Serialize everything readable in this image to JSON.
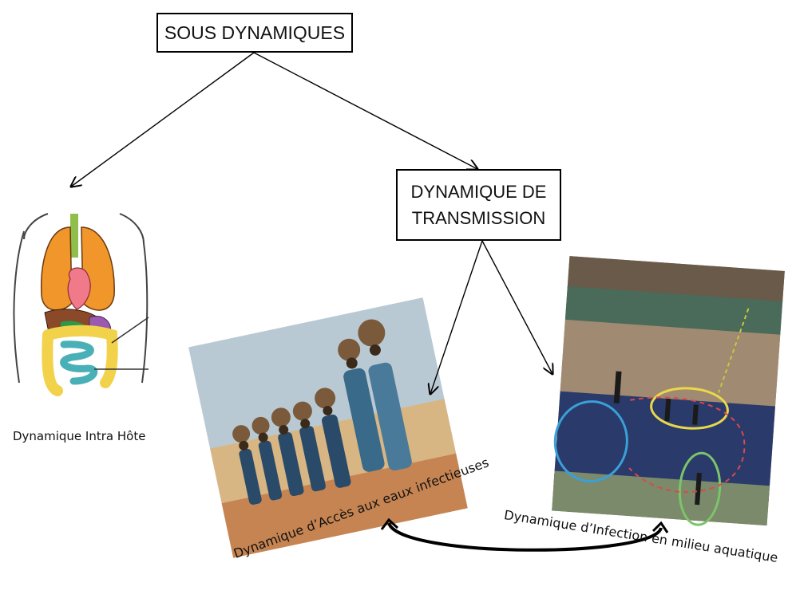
{
  "nodes": {
    "root": "SOUS DYNAMIQUES",
    "transmission_line1": "DYNAMIQUE DE",
    "transmission_line2": "TRANSMISSION"
  },
  "captions": {
    "intra_hote": "Dynamique Intra Hôte",
    "acces": "Dynamique d’Accès aux eaux infectieuses",
    "infection": "Dynamique d’Infection en milieu aquatique"
  },
  "colors": {
    "circle_blue": "#3aa0d8",
    "circle_yellow": "#e8d84a",
    "circle_green": "#7cc46a",
    "circle_red_dashed": "#d94a4a",
    "organ_lung": "#f0962a",
    "organ_heart": "#f07a8a",
    "organ_intestine_small": "#4ab0b8",
    "organ_intestine_large": "#f2d24a",
    "organ_liver": "#8a4a2a"
  },
  "icons": {
    "anatomy": "human-digestive-anatomy-illustration",
    "photo_left": "women-carrying-water-jars-photo",
    "photo_right": "children-in-pond-photo"
  }
}
